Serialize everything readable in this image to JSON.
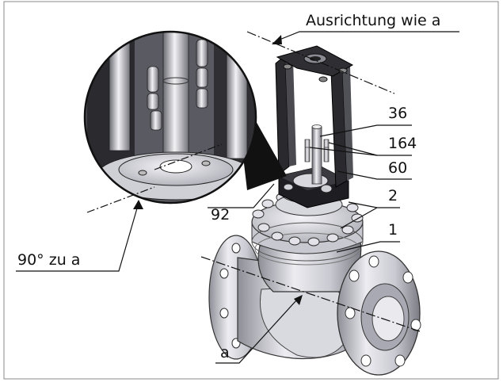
{
  "annotations": {
    "orientation_note": "Ausrichtung wie a",
    "angle_note": "90° zu a",
    "ref_a": "a",
    "part_36": "36",
    "part_164": "164",
    "part_60": "60",
    "part_2": "2",
    "part_92": "92",
    "part_1": "1"
  },
  "colors": {
    "line": "#111111",
    "metal_light": "#e4e4ea",
    "metal_mid": "#b9b9c2",
    "metal_dark": "#5f5f66",
    "black": "#1b1b1e",
    "frame": "#777777"
  }
}
